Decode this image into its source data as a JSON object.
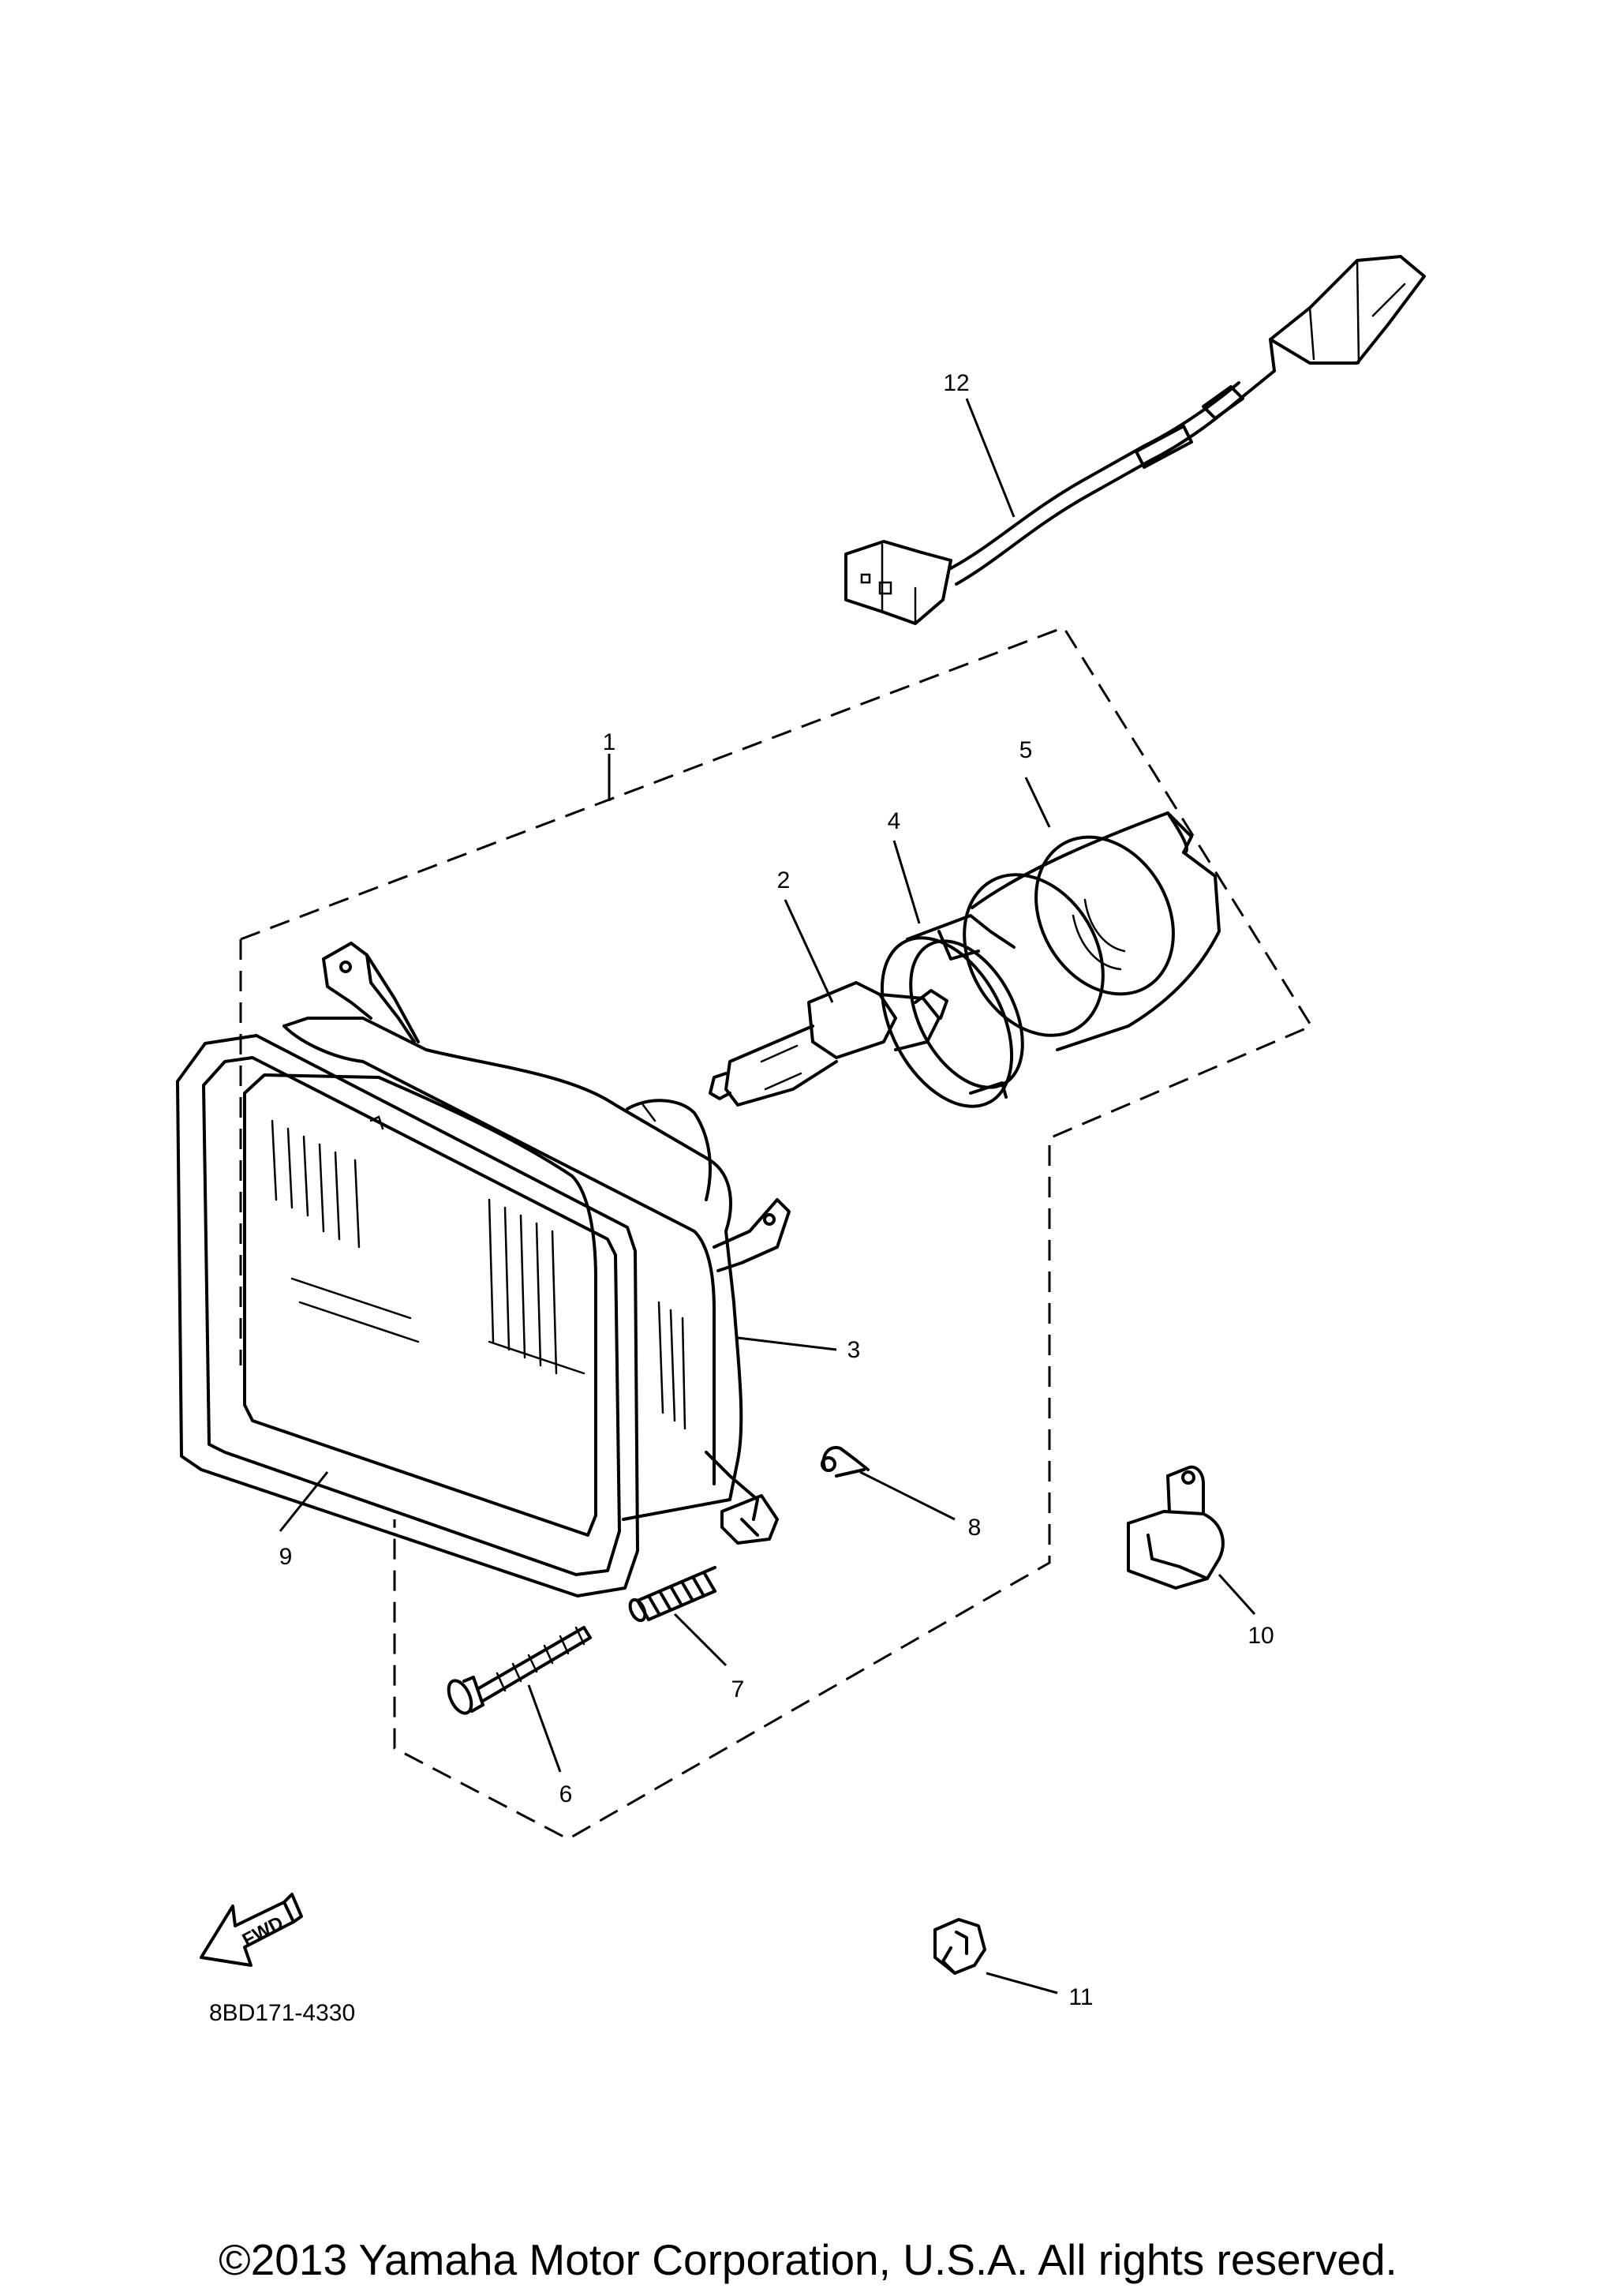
{
  "diagram": {
    "callouts": [
      {
        "id": "1",
        "label": "1"
      },
      {
        "id": "2",
        "label": "2"
      },
      {
        "id": "3",
        "label": "3"
      },
      {
        "id": "4",
        "label": "4"
      },
      {
        "id": "5",
        "label": "5"
      },
      {
        "id": "6",
        "label": "6"
      },
      {
        "id": "7",
        "label": "7"
      },
      {
        "id": "8",
        "label": "8"
      },
      {
        "id": "9",
        "label": "9"
      },
      {
        "id": "10",
        "label": "10"
      },
      {
        "id": "11",
        "label": "11"
      },
      {
        "id": "12",
        "label": "12"
      }
    ],
    "fwd_label": "FWD",
    "figure_code": "8BD171-4330"
  },
  "footer": {
    "copyright": "©2013 Yamaha Motor Corporation, U.S.A. All rights reserved."
  },
  "colors": {
    "line": "#000000",
    "background": "#ffffff"
  }
}
